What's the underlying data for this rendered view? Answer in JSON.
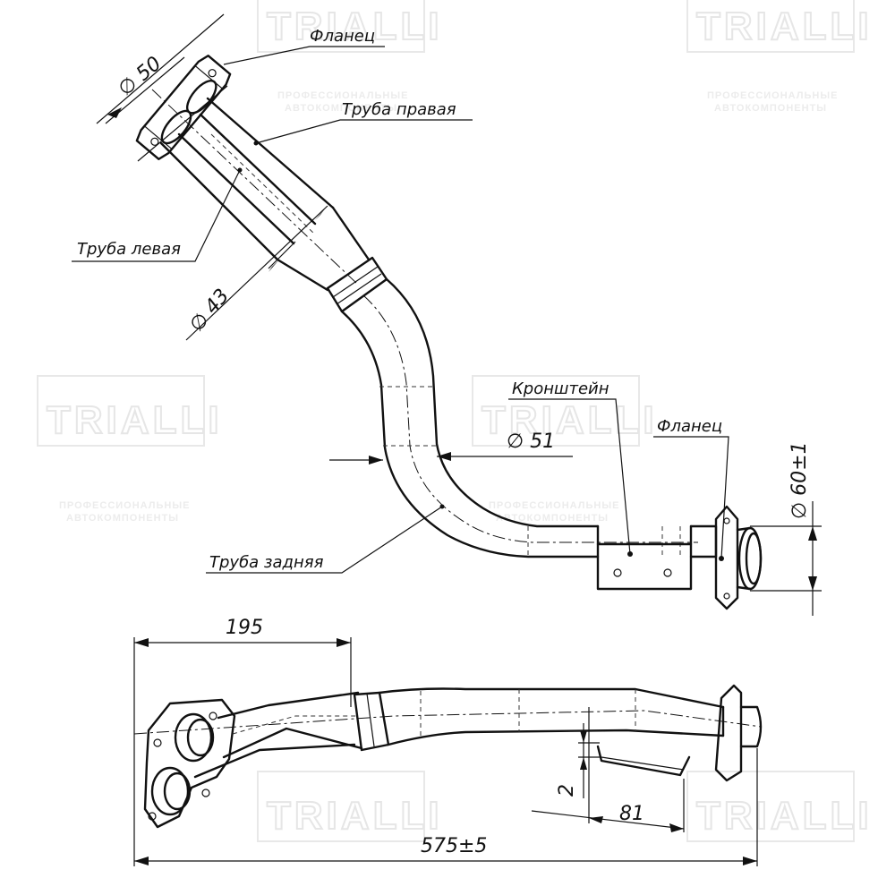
{
  "watermark": {
    "brand": "TRIALLI",
    "tagline_line1": "ПРОФЕССИОНАЛЬНЫЕ",
    "tagline_line2": "АВТОКОМПОНЕНТЫ"
  },
  "labels": {
    "flange_top": "Фланец",
    "pipe_right": "Труба правая",
    "pipe_left": "Труба левая",
    "bracket": "Кронштейн",
    "flange_right": "Фланец",
    "pipe_rear": "Труба задняя"
  },
  "dimensions": {
    "d50": "∅ 50",
    "d43": "∅ 43",
    "d51": "∅ 51",
    "d60": "∅ 60±1",
    "len195": "195",
    "len575": "575±5",
    "len81": "81",
    "len2": "2"
  }
}
